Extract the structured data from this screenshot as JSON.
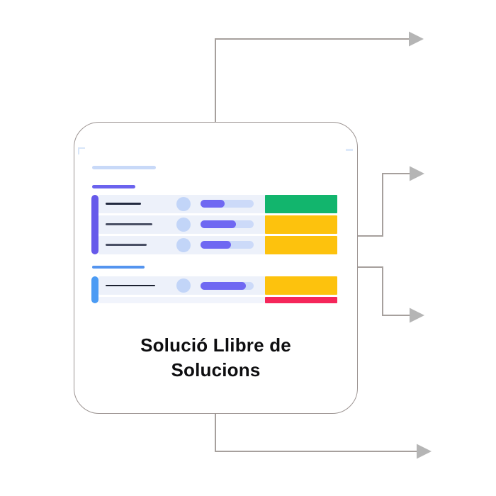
{
  "card": {
    "title_line1": "Solució Llibre de",
    "title_line2": "Solucions"
  },
  "colors": {
    "green": "#12b56d",
    "yellow": "#fdc20d",
    "red": "#f5265a",
    "indigo": "#6659ea",
    "indigo_label": "#6b63ee",
    "blue": "#4b9bf4",
    "blue_label": "#5494ef",
    "header_bar": "#c8d9f8",
    "row_bg": "#edf1fa",
    "row_bg_faint": "#f1f4fc",
    "track": "#ccdaf9",
    "progress_fill": "#6f68f2",
    "circle": "#c2d5f8",
    "text_line_dark": "#232a40",
    "text_line": "#4a5065",
    "text_line_black": "#1c2130",
    "arrow_line": "#a6a09d",
    "arrow_head": "#b5b5b5",
    "card_border": "#9c9492",
    "artifact": "#cfe0f8",
    "title_text": "#0e0e10"
  },
  "mock_sheet": {
    "header_bar": {
      "width": 90,
      "color_key": "header_bar"
    },
    "groups": [
      {
        "name": "group-1",
        "label_bar": {
          "width": 61,
          "color_key": "indigo_label"
        },
        "accent_color_key": "indigo",
        "rows": [
          {
            "status": "green",
            "line_width": 50,
            "line_color_key": "text_line_dark",
            "fill_width": 34
          },
          {
            "status": "yellow",
            "line_width": 66,
            "line_color_key": "text_line",
            "fill_width": 50
          },
          {
            "status": "yellow",
            "line_width": 58,
            "line_color_key": "text_line",
            "fill_width": 43
          }
        ]
      },
      {
        "name": "group-2",
        "label_bar": {
          "width": 74,
          "color_key": "blue_label"
        },
        "accent_color_key": "blue",
        "rows": [
          {
            "status": "yellow",
            "line_width": 70,
            "line_color_key": "text_line_black",
            "fill_width": 64
          },
          {
            "status": "red",
            "partial": true
          }
        ]
      }
    ]
  },
  "arrows": [
    {
      "name": "arrow-top-right"
    },
    {
      "name": "arrow-right-upper"
    },
    {
      "name": "arrow-right-lower"
    },
    {
      "name": "arrow-bottom-right"
    }
  ]
}
